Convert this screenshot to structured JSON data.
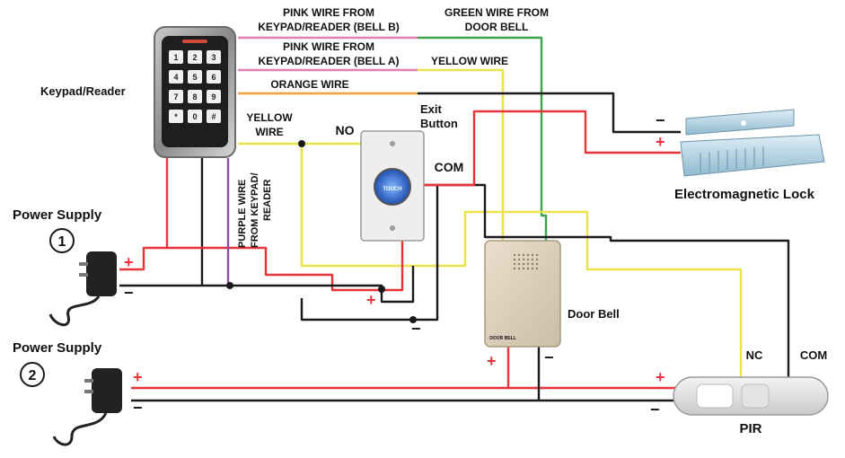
{
  "labels": {
    "keypad_reader": "Keypad/Reader",
    "power_supply_1": "Power Supply",
    "power_supply_2": "Power Supply",
    "ps1_number": "1",
    "ps2_number": "2",
    "pink_wire_bell_b_line1": "PINK WIRE FROM",
    "pink_wire_bell_b_line2": "KEYPAD/READER (BELL B)",
    "pink_wire_bell_a_line1": "PINK WIRE FROM",
    "pink_wire_bell_a_line2": "KEYPAD/READER (BELL A)",
    "green_wire_line1": "GREEN WIRE FROM",
    "green_wire_line2": "DOOR BELL",
    "yellow_wire_top": "YELLOW WIRE",
    "orange_wire": "ORANGE WIRE",
    "yellow_wire_left_line1": "YELLOW",
    "yellow_wire_left_line2": "WIRE",
    "purple_wire_line1": "PURPLE WIRE",
    "purple_wire_line2": "FROM KEYPAD/",
    "purple_wire_line3": "READER",
    "no_terminal": "NO",
    "com_terminal": "COM",
    "exit_button_line1": "Exit",
    "exit_button_line2": "Button",
    "exit_button_face": "TOUCH",
    "electromagnetic_lock": "Electromagnetic Lock",
    "door_bell": "Door Bell",
    "door_bell_face": "DOOR BELL",
    "pir": "PIR",
    "nc_terminal": "NC",
    "pir_com_terminal": "COM"
  },
  "keypad": {
    "keys": [
      "1",
      "2",
      "3",
      "4",
      "5",
      "6",
      "7",
      "8",
      "9",
      "*",
      "0",
      "#"
    ]
  },
  "polarity": {
    "plus": "+",
    "minus": "−"
  },
  "wire_colors": {
    "red": "#e8333a",
    "black": "#1a1a1a",
    "pink": "#e27fb8",
    "green": "#3fa34d",
    "yellow": "#e9e24a",
    "orange": "#f2a23a",
    "purple": "#8c4fa6"
  }
}
